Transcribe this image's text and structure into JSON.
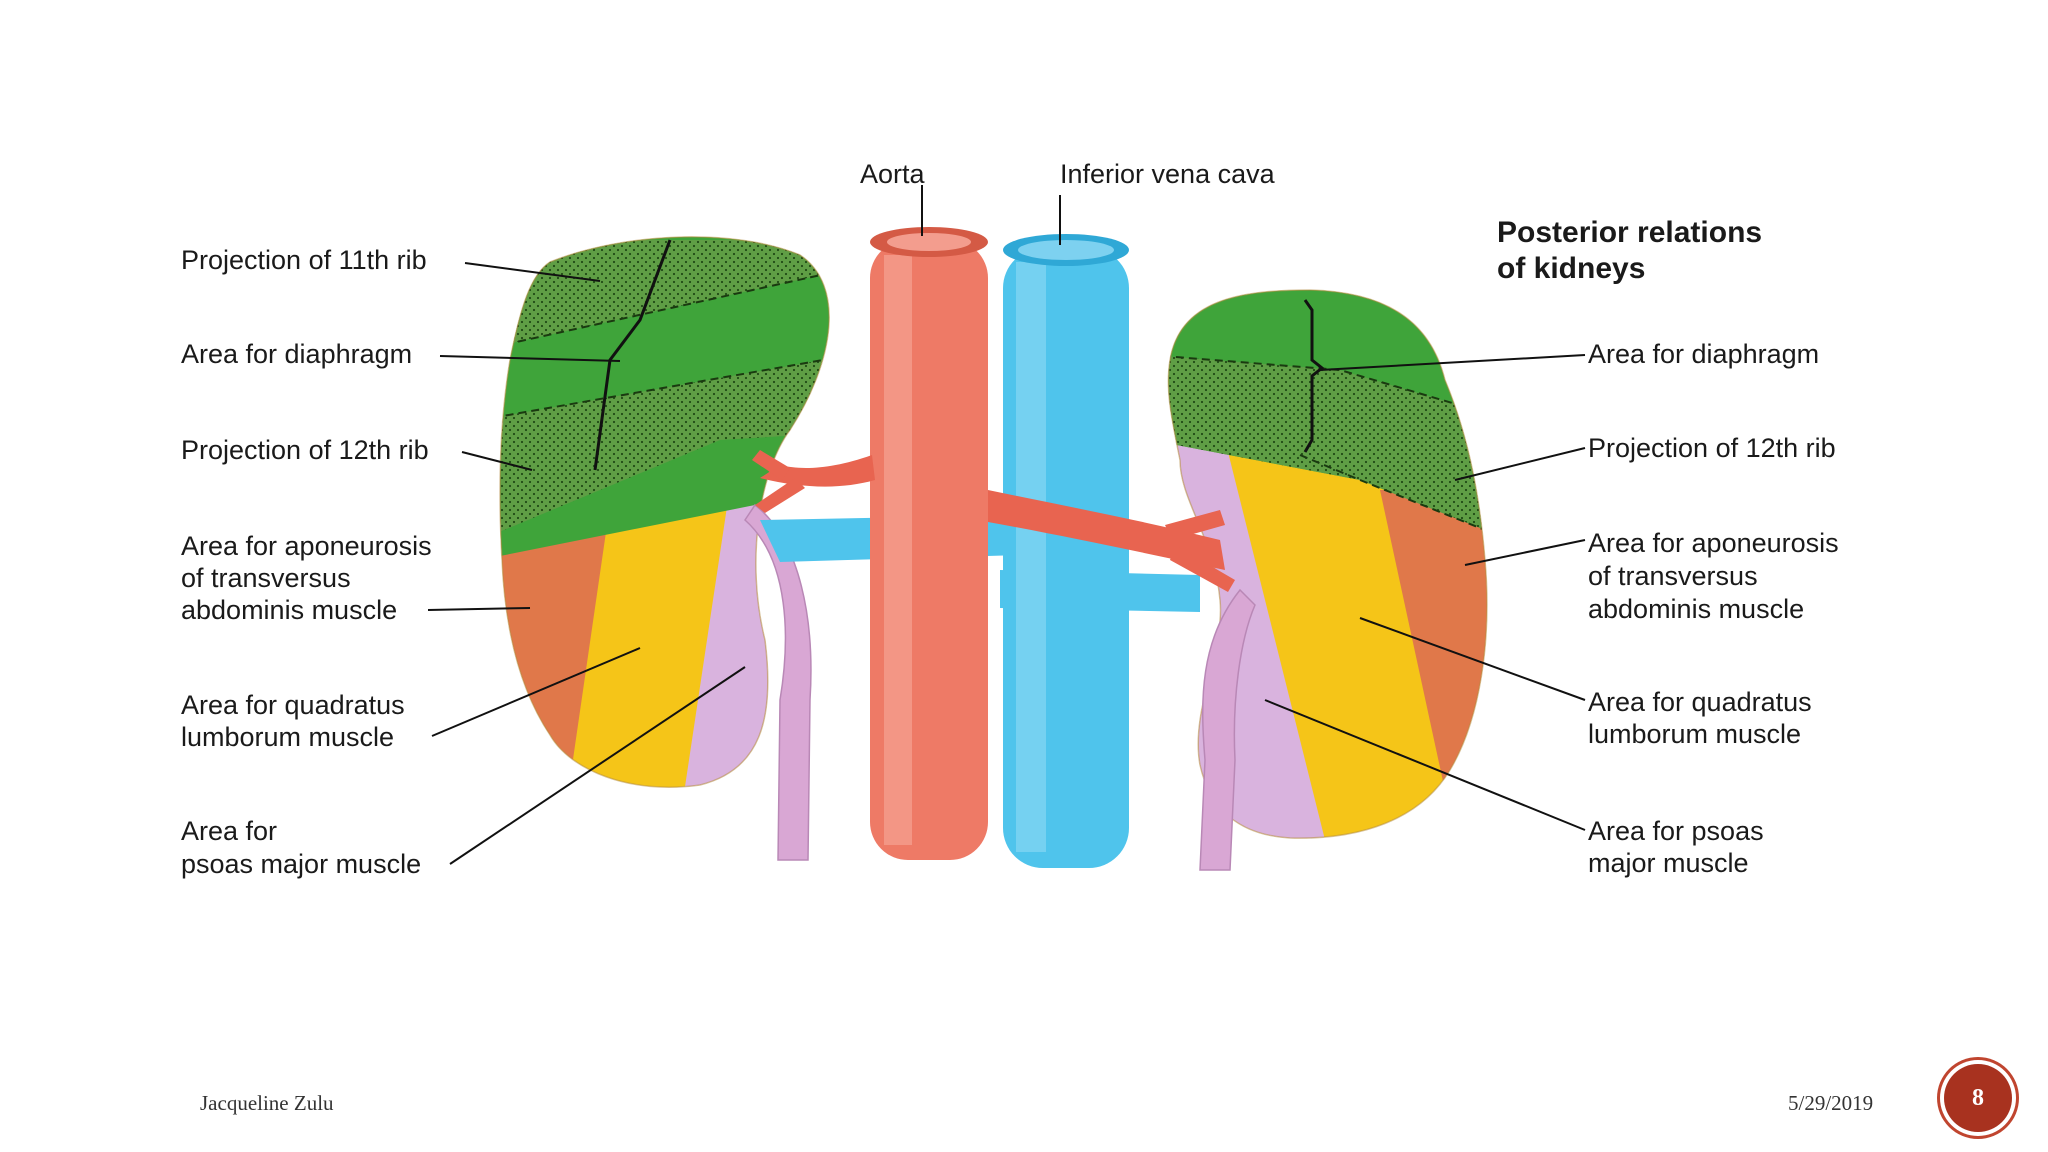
{
  "diagram": {
    "title_line1": "Posterior relations",
    "title_line2": "of kidneys",
    "vessels": {
      "aorta": "Aorta",
      "ivc": "Inferior vena cava"
    },
    "left_labels": [
      [
        "Projection of 11th rib"
      ],
      [
        "Area for diaphragm"
      ],
      [
        "Projection of 12th rib"
      ],
      [
        "Area for aponeurosis",
        "of transversus",
        "abdominis muscle"
      ],
      [
        "Area for quadratus",
        "lumborum muscle"
      ],
      [
        "Area for",
        "psoas major muscle"
      ]
    ],
    "right_labels": [
      [
        "Area for diaphragm"
      ],
      [
        "Projection of 12th rib"
      ],
      [
        "Area for aponeurosis",
        "of transversus",
        "abdominis muscle"
      ],
      [
        "Area for quadratus",
        "lumborum muscle"
      ],
      [
        "Area for psoas",
        "major muscle"
      ]
    ],
    "colors": {
      "diaphragm": "#3fa43a",
      "rib_band": "#5f9e45",
      "aponeurosis": "#e0784a",
      "quadratus": "#f5c518",
      "psoas": "#d9b3de",
      "aorta": "#ee7a66",
      "ivc": "#4fc4ec",
      "ureter": "#d9a7d4"
    }
  },
  "footer": {
    "author": "Jacqueline Zulu",
    "date": "5/29/2019",
    "page_number": "8"
  }
}
